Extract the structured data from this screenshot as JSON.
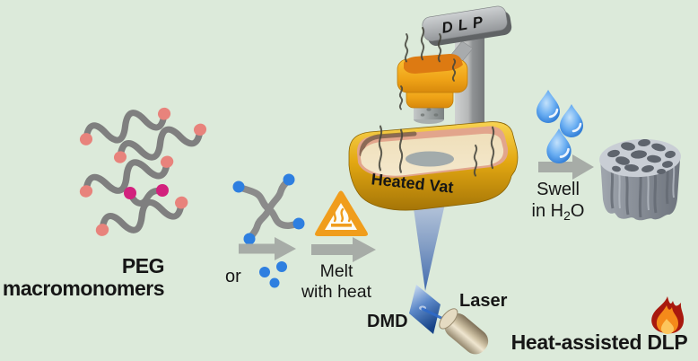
{
  "figure": {
    "type": "scientific-schematic",
    "topic": "Heat-assisted DLP 3D printing of PEG macromonomers"
  },
  "labels": {
    "dlp_sign": "DLP",
    "peg_line1": "PEG",
    "peg_line2": "macromonomers",
    "or": "or",
    "melt_line1": "Melt",
    "melt_line2": "with heat",
    "heated_vat": "Heated Vat",
    "swell_line1": "Swell",
    "swell_in_h": "in H",
    "swell_sub": "2",
    "swell_o": "O",
    "dmd": "DMD",
    "laser": "Laser",
    "title": "Heat-assisted DLP"
  },
  "colors": {
    "background": "#dceada",
    "polymer_chain_gray": "#7f7f7f",
    "chain_end_salmon": "#e8837c",
    "chain_end_magenta": "#d2217d",
    "chain_end_blue": "#2e7fe0",
    "arrow_gray": "#a7aca7",
    "warning_orange": "#f09d1c",
    "build_head_orange": "#f0a81c",
    "vat_gold": "#e3a812",
    "vat_interior_cream": "#f2e4c4",
    "vat_rim_salmon": "#e2a58c",
    "heated_vat_text_blue": "#1c4fa6",
    "beam_blue": "#3f69ad",
    "dmd_blue": "#174488",
    "laser_tan": "#cfc2a4",
    "droplet_blue": "#2f7cd6",
    "scaffold_gray": "#868c95",
    "flame_red": "#a8190e",
    "flame_orange": "#f58a1a",
    "text_black": "#161616"
  },
  "icons": {
    "water_droplets": "water-droplet-icon x3",
    "flame": "flame-icon",
    "hot_surface_warning": "hot-surface-warning-icon",
    "heat_waves": "heat-wave-icon",
    "arrows": "arrow-right-icon x3"
  }
}
